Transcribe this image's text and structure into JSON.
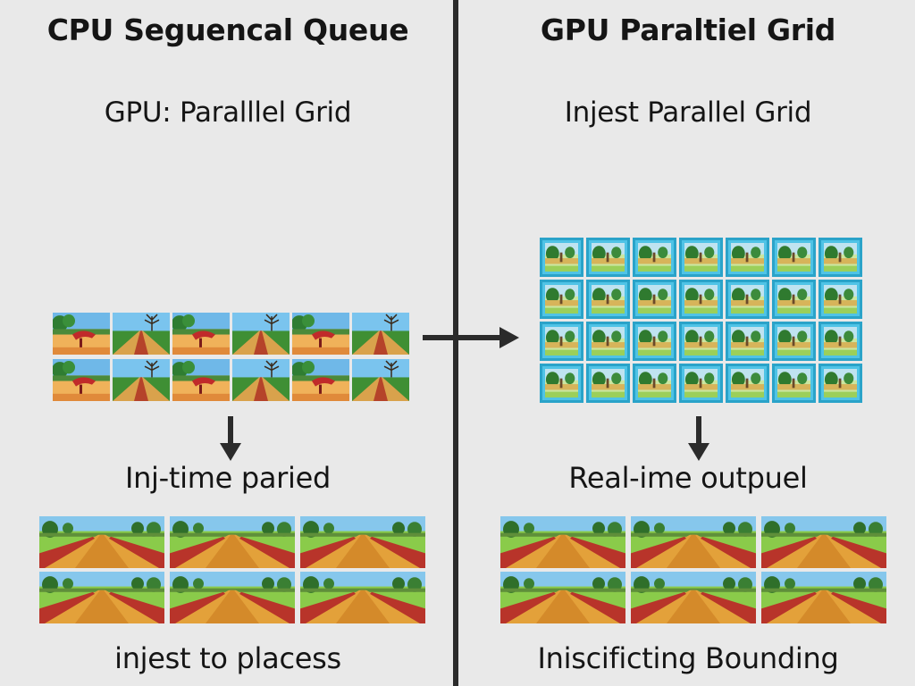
{
  "left": {
    "title": "CPU Seguencal Queue",
    "subtitle": "GPU: Paralllel Grid",
    "mid_label": "Inj-time paried",
    "bottom_label": "injest to placess"
  },
  "right": {
    "title": "GPU Paraltiel Grid",
    "subtitle": "Injest Parallel Grid",
    "mid_label": "Real-ime outpuel",
    "bottom_label": "Iniscificting Bounding"
  },
  "colors": {
    "background": "#e9e9e9",
    "divider": "#2b2b2b",
    "gpu_cell_border": "#2aa3c9",
    "gpu_cell_fill": "#4fc3e6"
  },
  "icons": [
    "down-arrow-icon",
    "right-arrow-icon"
  ]
}
